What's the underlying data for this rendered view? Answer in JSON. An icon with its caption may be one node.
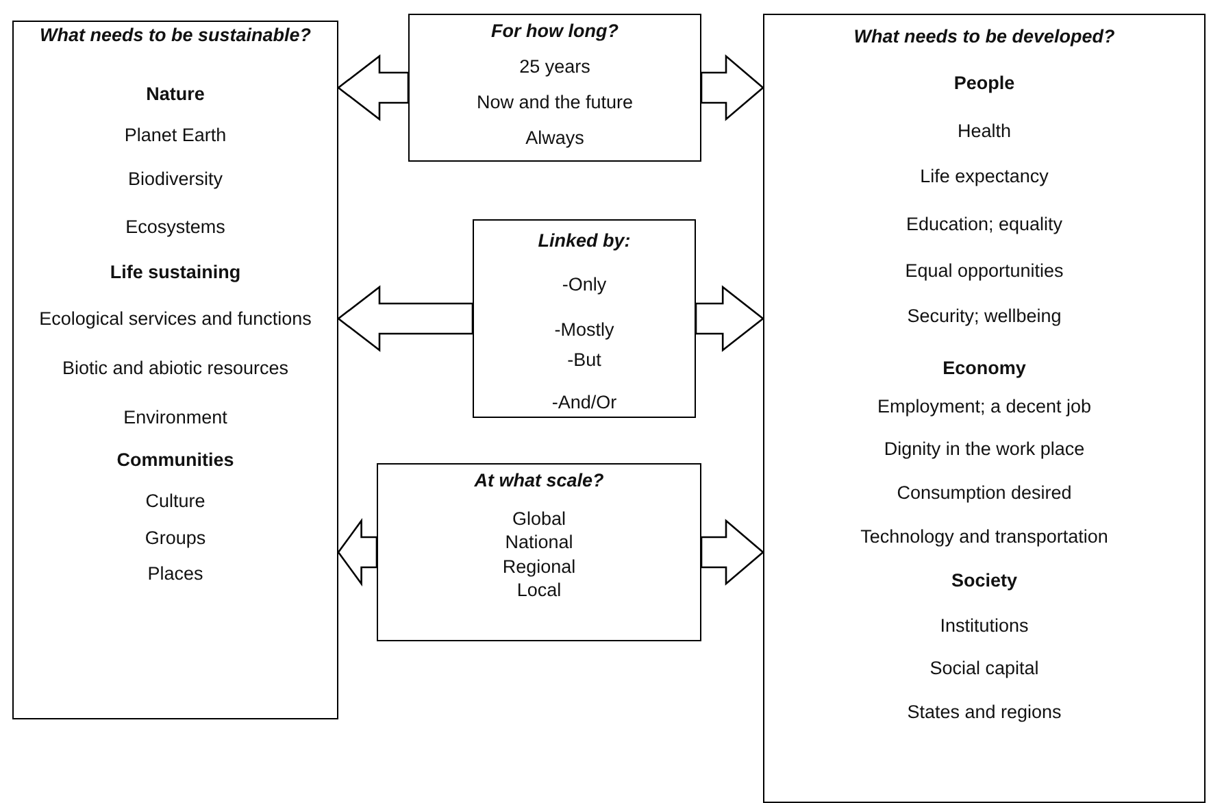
{
  "diagram": {
    "nodes": [
      {
        "text": [
          "What needs to be sustainable?",
          "Nature",
          "Planet Earth",
          "Biodiversity",
          "Ecosystems",
          "Life sustaining",
          "Ecological services and functions",
          "Biotic and abiotic resources",
          "Environment",
          "Communities",
          "Culture",
          "Groups",
          "Places"
        ]
      },
      {
        "text": [
          "For how long?",
          "25 years",
          "Now and the future",
          "Always"
        ]
      },
      {
        "text": [
          "Linked by:",
          "-Only",
          "-Mostly",
          "-But",
          "-And/Or"
        ]
      },
      {
        "text": [
          "At what scale?",
          "Global",
          "National",
          "Regional",
          "Local"
        ]
      },
      {
        "text": [
          "What needs to be developed?",
          "People",
          "Health",
          "Life expectancy",
          "Education; equality",
          "Equal opportunities",
          "Security; wellbeing",
          "Economy",
          "Employment; a decent job",
          "Dignity in the work place",
          "Consumption desired",
          "Technology and transportation",
          "Society",
          "Institutions",
          "Social capital",
          "States and regions"
        ]
      }
    ],
    "edges": [
      {
        "from": 1,
        "to": 0,
        "arrow": "to"
      },
      {
        "from": 1,
        "to": 4,
        "arrow": "to"
      },
      {
        "from": 2,
        "to": 0,
        "arrow": "to"
      },
      {
        "from": 2,
        "to": 4,
        "arrow": "to"
      },
      {
        "from": 3,
        "to": 0,
        "arrow": "to"
      },
      {
        "from": 3,
        "to": 4,
        "arrow": "to"
      }
    ]
  }
}
